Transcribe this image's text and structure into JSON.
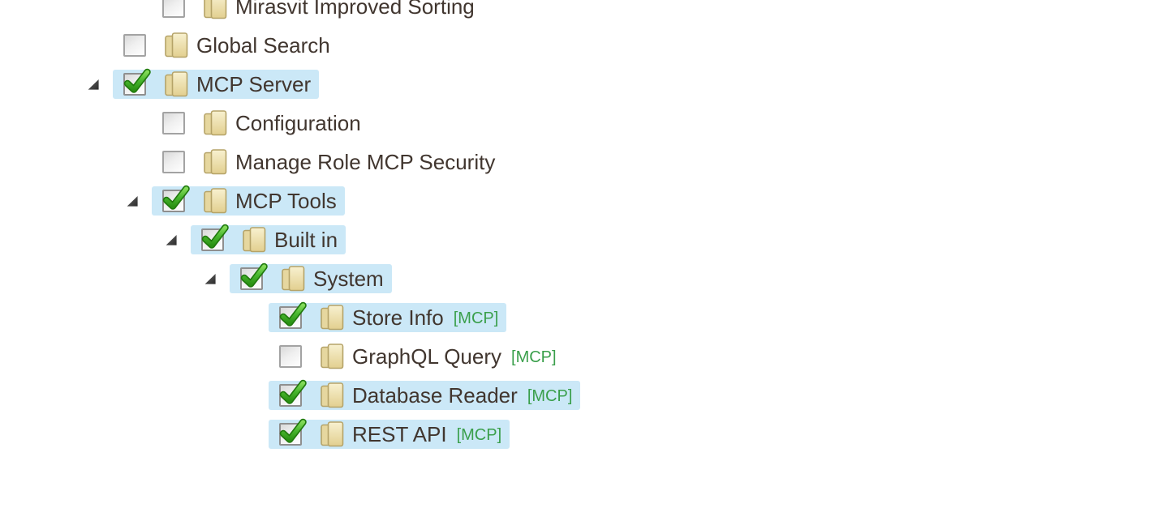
{
  "colors": {
    "selected_bg": "#cbe8f7",
    "tag_green": "#3a9f4b",
    "text": "#41362f",
    "check_green_dark": "#267a14",
    "folder_fill": "#e6d79f",
    "folder_border": "#b5a368",
    "arrow_dark": "#383838"
  },
  "tree": {
    "rows": [
      {
        "label": "Mirasvit Improved Sorting",
        "tag": "",
        "level": 1,
        "checked": false,
        "selected": false,
        "expanded_arrow": false
      },
      {
        "label": "Global Search",
        "tag": "",
        "level": 0,
        "checked": false,
        "selected": false,
        "expanded_arrow": false
      },
      {
        "label": "MCP Server",
        "tag": "",
        "level": 0,
        "checked": true,
        "selected": true,
        "expanded_arrow": true
      },
      {
        "label": "Configuration",
        "tag": "",
        "level": 1,
        "checked": false,
        "selected": false,
        "expanded_arrow": false
      },
      {
        "label": "Manage Role MCP Security",
        "tag": "",
        "level": 1,
        "checked": false,
        "selected": false,
        "expanded_arrow": false
      },
      {
        "label": "MCP Tools",
        "tag": "",
        "level": 1,
        "checked": true,
        "selected": true,
        "expanded_arrow": true
      },
      {
        "label": "Built in",
        "tag": "",
        "level": 2,
        "checked": true,
        "selected": true,
        "expanded_arrow": true
      },
      {
        "label": "System",
        "tag": "",
        "level": 3,
        "checked": true,
        "selected": true,
        "expanded_arrow": true
      },
      {
        "label": "Store Info",
        "tag": "[MCP]",
        "level": 4,
        "checked": true,
        "selected": true,
        "expanded_arrow": false
      },
      {
        "label": "GraphQL Query",
        "tag": "[MCP]",
        "level": 4,
        "checked": false,
        "selected": false,
        "expanded_arrow": false
      },
      {
        "label": "Database Reader",
        "tag": "[MCP]",
        "level": 4,
        "checked": true,
        "selected": true,
        "expanded_arrow": false
      },
      {
        "label": "REST API",
        "tag": "[MCP]",
        "level": 4,
        "checked": true,
        "selected": true,
        "expanded_arrow": false
      }
    ]
  }
}
